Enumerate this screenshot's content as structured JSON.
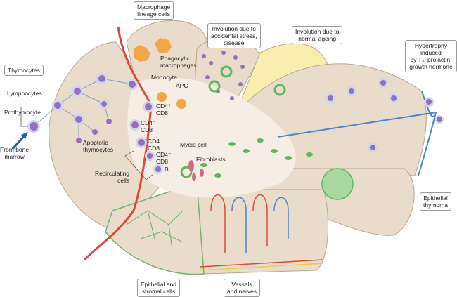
{
  "diagram": {
    "topic": "Thymus microenvironment: cell populations and pathological changes",
    "boxed_labels": {
      "thymocytes": "Thymocytes",
      "macrophage_lineage": "Macrophage\nlineage cells",
      "involution_stress": "Involution due to\naccidental stress,\ndisease",
      "involution_ageing": "Involution due to\nnormal ageing",
      "hypertrophy": "Hypertrophy induced\nby T₃, prolactin,\ngrowth hormone",
      "epithelial_thymoma": "Epithelial\nthymoma",
      "epithelial_stromal": "Epithelial and\nstromal cells",
      "vessels_nerves": "Vessels\nand nerves"
    },
    "labels": {
      "lymphocytes": "Lymphocytes",
      "prothymocyte": "Prothymocyte",
      "from_bone_marrow": "From bone\nmarrow",
      "apoptotic_thymocytes": "Apoptotic\nthymocytes",
      "recirculating_cells": "Recirculating\ncells",
      "phagocytic_macrophages": "Phagocytic\nmacrophages",
      "monocyte": "Monocyte",
      "apc": "APC",
      "cd4p_cd8m": "CD4⁺\nCD8⁻",
      "cd4m_cd8a": "CD4⁻\nCD8",
      "cd4_cd8m": "CD4\nCD8⁻",
      "cd4m_cd8b": "CD4⁻\nCD8",
      "b": "B",
      "myoid_cell": "Myoid cell",
      "fibroblasts": "Fibroblasts"
    },
    "colors": {
      "lobe_fill": "#e9dccb",
      "lobe_stroke": "#b9a58c",
      "medulla_fill": "#f6ede4",
      "ageing_fill": "#f9eeb0",
      "lymphocyte_nucleus": "#9a6bbf",
      "lymphocyte_ring": "#c9d8ec",
      "epithelial_green": "#5cb85c",
      "macrophage_orange": "#f2a64a",
      "artery_red": "#e0473c",
      "vein_blue": "#4a86c8",
      "nerve_yellow": "#e6cf4a",
      "arrow_blue": "#1f5fa8"
    }
  }
}
